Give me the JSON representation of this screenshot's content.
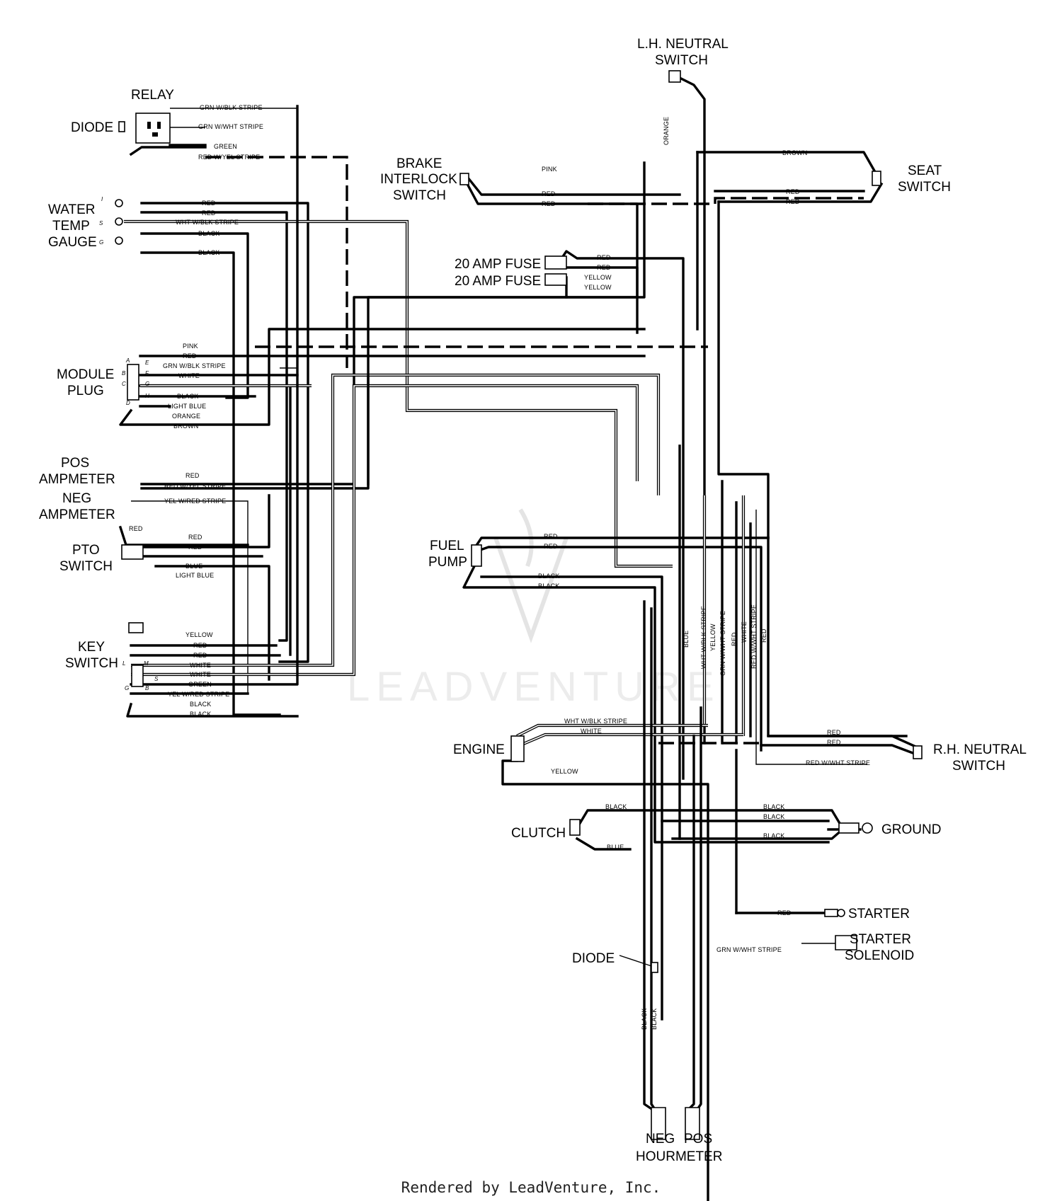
{
  "footer": "Rendered by LeadVenture, Inc.",
  "watermark": "LEADVENTURE",
  "components": {
    "relay": "RELAY",
    "diode_top": "DIODE",
    "water_temp_gauge": [
      "WATER",
      "TEMP",
      "GAUGE"
    ],
    "module_plug": [
      "MODULE",
      "PLUG"
    ],
    "pos_ampmeter": [
      "POS",
      "AMPMETER"
    ],
    "neg_ampmeter": [
      "NEG",
      "AMPMETER"
    ],
    "pto_switch": [
      "PTO",
      "SWITCH"
    ],
    "key_switch": [
      "KEY",
      "SWITCH"
    ],
    "lh_neutral_switch": [
      "L.H. NEUTRAL",
      "SWITCH"
    ],
    "brake_interlock_switch": [
      "BRAKE",
      "INTERLOCK",
      "SWITCH"
    ],
    "seat_switch": [
      "SEAT",
      "SWITCH"
    ],
    "fuse_1": "20 AMP FUSE",
    "fuse_2": "20 AMP FUSE",
    "fuel_pump": [
      "FUEL",
      "PUMP"
    ],
    "engine": "ENGINE",
    "rh_neutral_switch": [
      "R.H. NEUTRAL",
      "SWITCH"
    ],
    "clutch": "CLUTCH",
    "ground": "GROUND",
    "starter": "STARTER",
    "starter_solenoid": [
      "STARTER",
      "SOLENOID"
    ],
    "diode_bottom": "DIODE",
    "hourmeter": [
      "NEG",
      "POS",
      "HOURMETER"
    ]
  },
  "pin_labels": {
    "gauge": [
      "I",
      "S",
      "G"
    ],
    "module": [
      "A",
      "E",
      "B",
      "F",
      "C",
      "G",
      "D",
      "H"
    ],
    "key": [
      "L",
      "M",
      "S",
      "G",
      "B"
    ]
  },
  "wire_labels": {
    "relay": [
      "GRN W/BLK STRIPE",
      "GRN W/WHT STRIPE",
      "GREEN",
      "RED W/YEL STRIPE"
    ],
    "gauge": [
      "RED",
      "RED",
      "WHT W/BLK STRIPE",
      "BLACK",
      "BLACK"
    ],
    "module": [
      "PINK",
      "RED",
      "GRN W/BLK STRIPE",
      "WHITE",
      "BLACK",
      "LIGHT BLUE",
      "ORANGE",
      "BROWN"
    ],
    "ampmeter": [
      "RED",
      "RED W/YEL STRIPE",
      "YEL W/RED STRIPE"
    ],
    "pto": [
      "RED",
      "RED",
      "RED",
      "BLUE",
      "LIGHT BLUE"
    ],
    "key": [
      "YELLOW",
      "RED",
      "RED",
      "WHITE",
      "WHITE",
      "GREEN",
      "YEL W/RED STRIPE",
      "BLACK",
      "BLACK"
    ],
    "lh_neutral": "ORANGE",
    "brake": [
      "PINK",
      "RED",
      "RED"
    ],
    "seat": [
      "BROWN",
      "RED",
      "RED"
    ],
    "fuse": [
      "RED",
      "RED",
      "YELLOW",
      "YELLOW"
    ],
    "fuel_pump": [
      "RED",
      "RED",
      "BLACK",
      "BLACK"
    ],
    "harness_vertical": [
      "BLUE",
      "WHT W/BLK STRIPE",
      "YELLOW",
      "GRN W/WHT STRIPE",
      "RED",
      "WHITE",
      "RED W/WHT STRIPE",
      "RED"
    ],
    "engine": [
      "WHT W/BLK STRIPE",
      "WHITE",
      "YELLOW"
    ],
    "rh_neutral": [
      "RED",
      "RED",
      "RED W/WHT STRIPE"
    ],
    "clutch": [
      "BLACK",
      "BLUE"
    ],
    "ground": [
      "BLACK",
      "BLACK",
      "BLACK"
    ],
    "starter": "RED",
    "solenoid": "GRN W/WHT STRIPE",
    "hourmeter": [
      "BLACK",
      "BLACK"
    ]
  }
}
